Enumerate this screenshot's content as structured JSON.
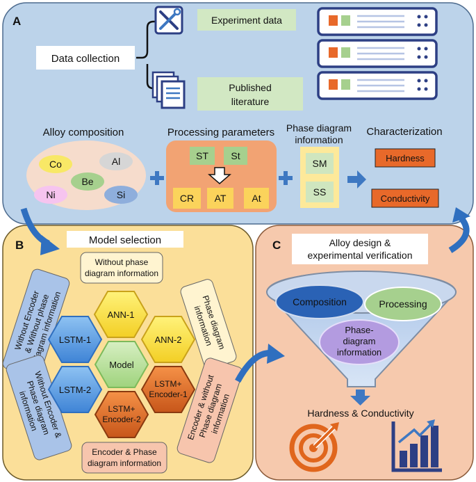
{
  "panel_a": {
    "letter": "A",
    "data_collection": "Data collection",
    "experiment_data": "Experiment data",
    "published_literature": [
      "Published",
      "literature"
    ],
    "alloy_composition": {
      "title": "Alloy composition",
      "elements": [
        "Co",
        "Al",
        "Be",
        "Ni",
        "Si"
      ]
    },
    "processing_parameters": {
      "title": "Processing parameters",
      "top": [
        "ST",
        "St"
      ],
      "bottom": [
        "CR",
        "AT",
        "At"
      ]
    },
    "phase_diagram": {
      "title": [
        "Phase diagram",
        "information"
      ],
      "items": [
        "SM",
        "SS"
      ]
    },
    "characterization": {
      "title": "Characterization",
      "items": [
        "Hardness",
        "Conductivity"
      ]
    }
  },
  "panel_b": {
    "letter": "B",
    "title": "Model selection",
    "center": "Model",
    "models": {
      "ann1": "ANN-1",
      "ann2": "ANN-2",
      "lstm1": "LSTM-1",
      "lstm2": "LSTM-2",
      "lstm_enc1": [
        "LSTM+",
        "Encoder-1"
      ],
      "lstm_enc2": [
        "LSTM+",
        "Encoder-2"
      ]
    },
    "labels": {
      "top": [
        "Without phase",
        "diagram information"
      ],
      "right_top": [
        "Phase diagram",
        "information"
      ],
      "left_top": [
        "Without Encoder",
        "& Without phase",
        "diagram information"
      ],
      "left_bottom": [
        "Without Encoder &",
        "Phase diagram",
        "information"
      ],
      "right_bottom": [
        "Encoder & without",
        "Phase diagram",
        "information"
      ],
      "bottom": [
        "Encoder & Phase",
        "diagram information"
      ]
    }
  },
  "panel_c": {
    "letter": "C",
    "title": [
      "Alloy design &",
      "experimental verification"
    ],
    "composition": "Composition",
    "processing": "Processing",
    "phase": [
      "Phase-",
      "diagram",
      "information"
    ],
    "result": "Hardness & Conductivity"
  },
  "colors": {
    "panel_a_bg": "#bcd3ea",
    "panel_b_bg": "#fbdf99",
    "panel_c_bg": "#f6c9ad",
    "orange": "#e8692a",
    "green_box": "#cfe6bf",
    "navy": "#2d3f84",
    "blue_arrow": "#3e78c2"
  }
}
